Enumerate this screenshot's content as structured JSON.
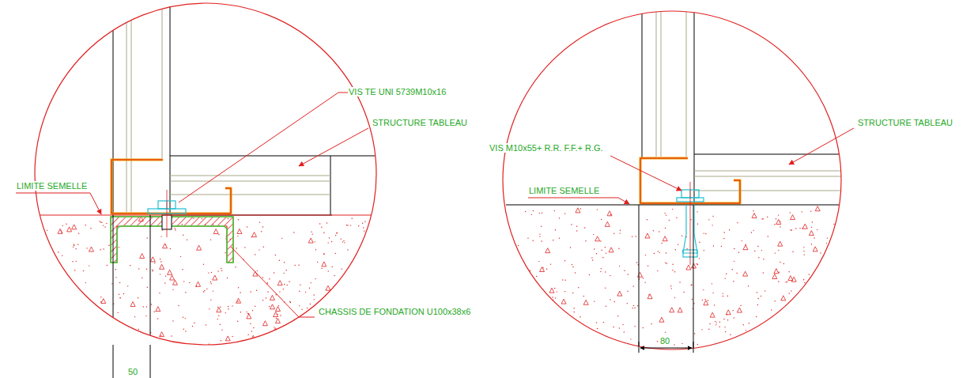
{
  "diagram": {
    "labels": [
      "VIS TE UNI 5739M10x16",
      "STRUCTURE TABLEAU",
      "LIMITE SEMELLE",
      "CHASSIS DE FONDATION U100x38x6",
      "50",
      "VIS M10x55+ R.R. F.F.+ R.G.",
      "STRUCTURE TABLEAU",
      "LIMITE SEMELLE",
      "80"
    ]
  }
}
